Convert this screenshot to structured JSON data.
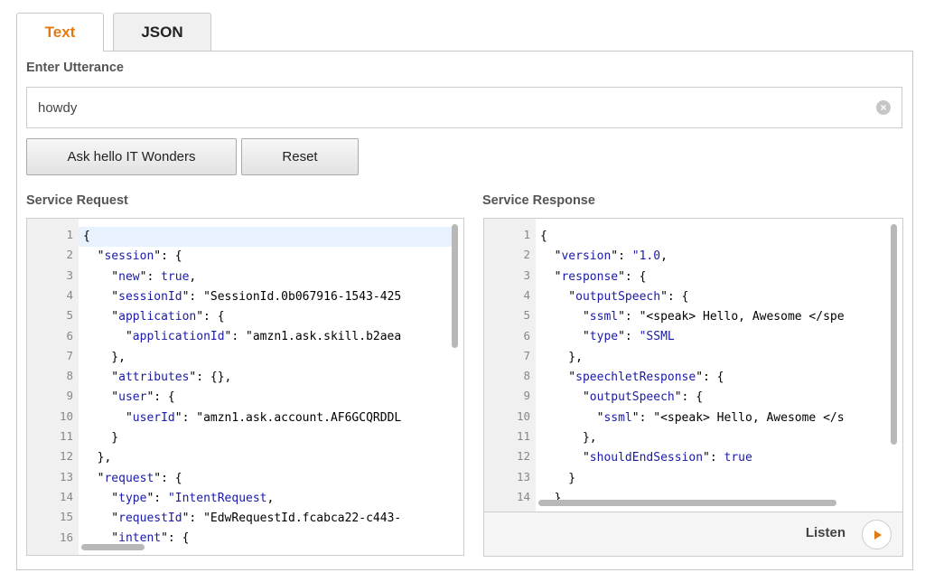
{
  "tabs": [
    {
      "label": "Text"
    },
    {
      "label": "JSON"
    }
  ],
  "utterance": {
    "label": "Enter Utterance",
    "value": "howdy"
  },
  "buttons": {
    "ask": "Ask hello IT Wonders",
    "reset": "Reset"
  },
  "request": {
    "label": "Service Request",
    "line_numbers": [
      "1",
      "2",
      "3",
      "4",
      "5",
      "6",
      "7",
      "8",
      "9",
      "10",
      "11",
      "12",
      "13",
      "14",
      "15",
      "16"
    ],
    "lines": [
      "{",
      "  \"session\": {",
      "    \"new\": true,",
      "    \"sessionId\": \"SessionId.0b067916-1543-425",
      "    \"application\": {",
      "      \"applicationId\": \"amzn1.ask.skill.b2aea",
      "    },",
      "    \"attributes\": {},",
      "    \"user\": {",
      "      \"userId\": \"amzn1.ask.account.AF6GCQRDDL",
      "    }",
      "  },",
      "  \"request\": {",
      "    \"type\": \"IntentRequest\",",
      "    \"requestId\": \"EdwRequestId.fcabca22-c443-",
      "    \"intent\": {"
    ]
  },
  "response": {
    "label": "Service Response",
    "line_numbers": [
      "1",
      "2",
      "3",
      "4",
      "5",
      "6",
      "7",
      "8",
      "9",
      "10",
      "11",
      "12",
      "13",
      "14"
    ],
    "lines": [
      "{",
      "  \"version\": \"1.0\",",
      "  \"response\": {",
      "    \"outputSpeech\": {",
      "      \"ssml\": \"<speak> Hello, Awesome </spe",
      "      \"type\": \"SSML\"",
      "    },",
      "    \"speechletResponse\": {",
      "      \"outputSpeech\": {",
      "        \"ssml\": \"<speak> Hello, Awesome </s",
      "      },",
      "      \"shouldEndSession\": true",
      "    }",
      "  }"
    ],
    "listen_label": "Listen"
  }
}
